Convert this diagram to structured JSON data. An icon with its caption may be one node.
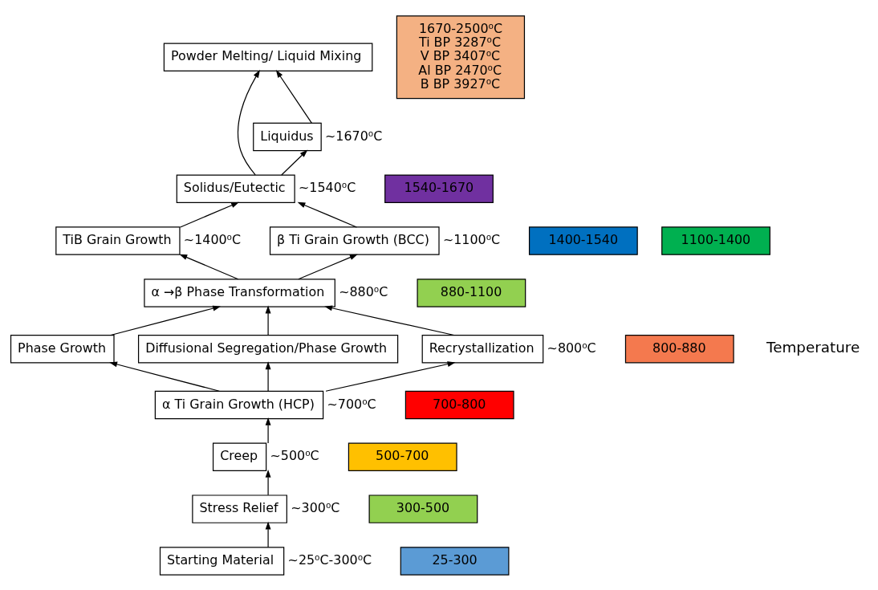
{
  "diagram": {
    "nodes": [
      {
        "text": [
          "Powder Melting/ Liquid Mixing"
        ]
      },
      {
        "text": [
          "Liquidus"
        ],
        "beside": [
          "~1670⁰C"
        ]
      },
      {
        "text": [
          "Solidus/Eutectic"
        ],
        "beside": [
          "~1540⁰C"
        ]
      },
      {
        "text": [
          "TiB Grain Growth"
        ],
        "beside": [
          "~1400⁰C"
        ]
      },
      {
        "text": [
          "β Ti Grain Growth (BCC)"
        ],
        "beside": [
          "~1100⁰C"
        ]
      },
      {
        "text": [
          "α →β Phase Transformation"
        ],
        "beside": [
          "~880⁰C"
        ]
      },
      {
        "text": [
          "Phase Growth"
        ]
      },
      {
        "text": [
          "Diffusional Segregation/Phase Growth"
        ]
      },
      {
        "text": [
          "Recrystallization"
        ],
        "beside": [
          "~800⁰C"
        ]
      },
      {
        "text": [
          "α Ti Grain Growth (HCP)"
        ],
        "beside": [
          "~700⁰C"
        ]
      },
      {
        "text": [
          "Creep"
        ],
        "beside": [
          "~500⁰C"
        ]
      },
      {
        "text": [
          "Stress Relief"
        ],
        "beside": [
          "~300⁰C"
        ]
      },
      {
        "text": [
          "Starting Material"
        ],
        "beside": [
          "~25⁰C-300⁰C"
        ]
      },
      {
        "text": [
          "1670-2500⁰C",
          "Ti BP 3287⁰C",
          "V BP 3407⁰C",
          "Al BP 2470⁰C",
          "B BP 3927⁰C"
        ]
      },
      {
        "text": [
          "1540-1670"
        ]
      },
      {
        "text": [
          "1400-1540"
        ]
      },
      {
        "text": [
          "1100-1400"
        ]
      },
      {
        "text": [
          "880-1100"
        ]
      },
      {
        "text": [
          "800-880"
        ]
      },
      {
        "text": [
          "700-800"
        ]
      },
      {
        "text": [
          "500-700"
        ]
      },
      {
        "text": [
          "300-500"
        ]
      },
      {
        "text": [
          "25-300"
        ]
      }
    ],
    "edges": [
      {
        "from": 12,
        "to": 11,
        "arrow": "to"
      },
      {
        "from": 11,
        "to": 10,
        "arrow": "to"
      },
      {
        "from": 10,
        "to": 9,
        "arrow": "to"
      },
      {
        "from": 9,
        "to": 6,
        "arrow": "to"
      },
      {
        "from": 9,
        "to": 7,
        "arrow": "to"
      },
      {
        "from": 9,
        "to": 8,
        "arrow": "to"
      },
      {
        "from": 6,
        "to": 5,
        "arrow": "to"
      },
      {
        "from": 7,
        "to": 5,
        "arrow": "to"
      },
      {
        "from": 8,
        "to": 5,
        "arrow": "to"
      },
      {
        "from": 5,
        "to": 4,
        "arrow": "to"
      },
      {
        "from": 5,
        "to": 3,
        "arrow": "to"
      },
      {
        "from": 4,
        "to": 2,
        "arrow": "to"
      },
      {
        "from": 3,
        "to": 2,
        "arrow": "to"
      },
      {
        "from": 2,
        "to": 1,
        "arrow": "to"
      },
      {
        "from": 2,
        "to": 0,
        "arrow": "to"
      },
      {
        "from": 1,
        "to": 0,
        "arrow": "to"
      }
    ],
    "labels": [
      "Temperature"
    ]
  }
}
